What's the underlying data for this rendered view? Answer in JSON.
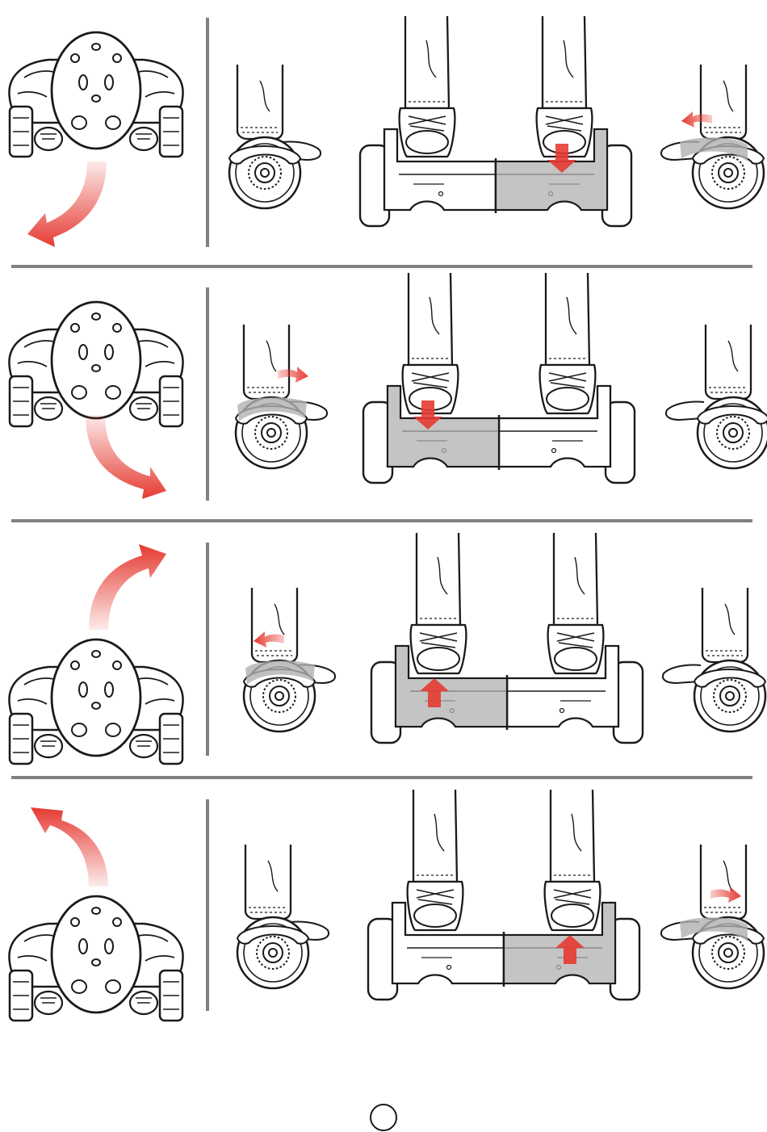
{
  "page": {
    "page_number": ""
  },
  "colors": {
    "line": "#1a1a1a",
    "divider": "#808080",
    "shade": "#b0b0b0",
    "arrow": "#e53a32"
  },
  "rows": [
    {
      "name": "turn-left-forward",
      "turn_arrow": "down-left",
      "tilted_pedal": "right",
      "pedal_arrow": "down",
      "side_arrow_on": "right-view",
      "side_arrow_dir": "left"
    },
    {
      "name": "turn-right-forward",
      "turn_arrow": "down-right",
      "tilted_pedal": "left",
      "pedal_arrow": "down",
      "side_arrow_on": "left-view",
      "side_arrow_dir": "right"
    },
    {
      "name": "turn-right-backward",
      "turn_arrow": "up-right",
      "tilted_pedal": "left",
      "pedal_arrow": "up",
      "side_arrow_on": "left-view",
      "side_arrow_dir": "left"
    },
    {
      "name": "turn-left-backward",
      "turn_arrow": "up-left",
      "tilted_pedal": "right",
      "pedal_arrow": "up",
      "side_arrow_on": "right-view",
      "side_arrow_dir": "right"
    }
  ]
}
